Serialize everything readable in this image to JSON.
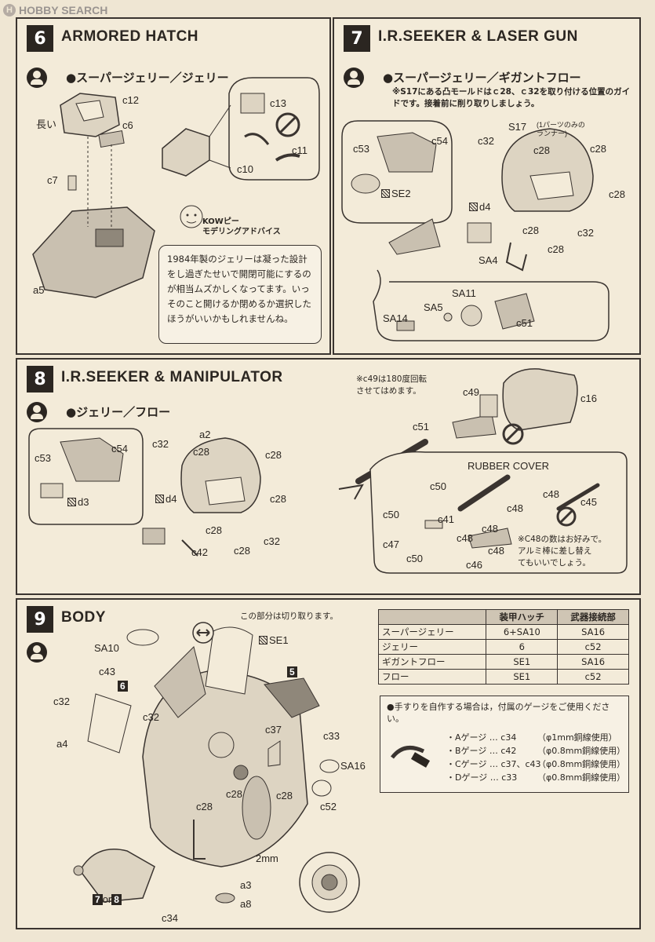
{
  "watermark": "HOBBY SEARCH",
  "steps": {
    "s6": {
      "number": "6",
      "title": "ARMORED  HATCH",
      "variant": "●スーパージェリー／ジェリー",
      "labels": {
        "c12": "c12",
        "c6": "c6",
        "c7": "c7",
        "a5": "a5",
        "c13": "c13",
        "c11": "c11",
        "c10": "c10",
        "long_side": "長い"
      },
      "advice_header": "KOWピー\nモデリングアドバイス",
      "advice": "1984年製のジェリーは凝った設計をし過ぎたせいで開閉可能にするのが相当ムズかしくなってます。いっそのこと開けるか閉めるか選択したほうがいいかもしれませんね。"
    },
    "s7": {
      "number": "7",
      "title": "I.R.SEEKER &  LASER GUN",
      "variant": "●スーパージェリー／ギガントフロー",
      "note": "※S17にある凸モールドはｃ28、ｃ32を取り付ける位置のガイドです。接着前に削り取りしましょう。",
      "labels": {
        "s17": "S17",
        "s17_note": "(1パーツのみの\nランナー)",
        "c53": "c53",
        "c54": "c54",
        "se2": "SE2",
        "d4": "d4",
        "c32a": "c32",
        "c28a": "c28",
        "c28b": "c28",
        "c28c": "c28",
        "c28d": "c28",
        "c28e": "c28",
        "c32b": "c32",
        "sa4": "SA4",
        "sa11": "SA11",
        "sa5": "SA5",
        "sa14": "SA14",
        "c51": "c51"
      }
    },
    "s8": {
      "number": "8",
      "title": "I.R.SEEKER & MANIPULATOR",
      "variant": "●ジェリー／フロー",
      "note": "※c49は180度回転\nさせてはめます。",
      "labels": {
        "c53": "c53",
        "c54": "c54",
        "d3": "d3",
        "d4": "d4",
        "c32a": "c32",
        "a2": "a2",
        "c28a": "c28",
        "c28b": "c28",
        "c28c": "c28",
        "c28d": "c28",
        "c28e": "c28",
        "c32b": "c32",
        "c42": "c42",
        "c49": "c49",
        "c51": "c51",
        "c16": "c16",
        "rubber_cover": "RUBBER COVER",
        "c50a": "c50",
        "c50b": "c50",
        "c50c": "c50",
        "c41": "c41",
        "c47": "c47",
        "c48a": "c48",
        "c48b": "c48",
        "c48c": "c48",
        "c48d": "c48",
        "c48e": "c48",
        "c45": "c45",
        "c46": "c46"
      },
      "rubber_note": "※C48の数はお好みで。\nアルミ棒に差し替え\nてもいいでしょう。"
    },
    "s9": {
      "number": "9",
      "title": "BODY",
      "cut_note": "この部分は切り取ります。",
      "labels": {
        "sa10": "SA10",
        "c43": "c43",
        "step6_ref": "6",
        "se1": "SE1",
        "step5_ref": "5",
        "c32a": "c32",
        "c32b": "c32",
        "a4": "a4",
        "c37": "c37",
        "c33": "c33",
        "sa16": "SA16",
        "c28a": "c28",
        "c28b": "c28",
        "c28c": "c28",
        "c52": "c52",
        "mm2": "2mm",
        "a3": "a3",
        "a8": "a8",
        "c34": "c34",
        "ref_7": "7",
        "ref_or": "or",
        "ref_8": "8"
      },
      "table": {
        "headers": [
          "",
          "装甲ハッチ",
          "武器接続部"
        ],
        "rows": [
          [
            "スーパージェリー",
            "6+SA10",
            "SA16"
          ],
          [
            "ジェリー",
            "6",
            "c52"
          ],
          [
            "ギガントフロー",
            "SE1",
            "SA16"
          ],
          [
            "フロー",
            "SE1",
            "c52"
          ]
        ]
      },
      "gauge": {
        "title": "●手すりを自作する場合は，付属のゲージをご使用ください。",
        "items": [
          {
            "name": "・Aゲージ … c34",
            "wire": "（φ1mm銅線使用）"
          },
          {
            "name": "・Bゲージ … c42",
            "wire": "（φ0.8mm銅線使用）"
          },
          {
            "name": "・Cゲージ … c37、c43",
            "wire": "（φ0.8mm銅線使用）"
          },
          {
            "name": "・Dゲージ … c33",
            "wire": "（φ0.8mm銅線使用）"
          }
        ]
      }
    }
  }
}
